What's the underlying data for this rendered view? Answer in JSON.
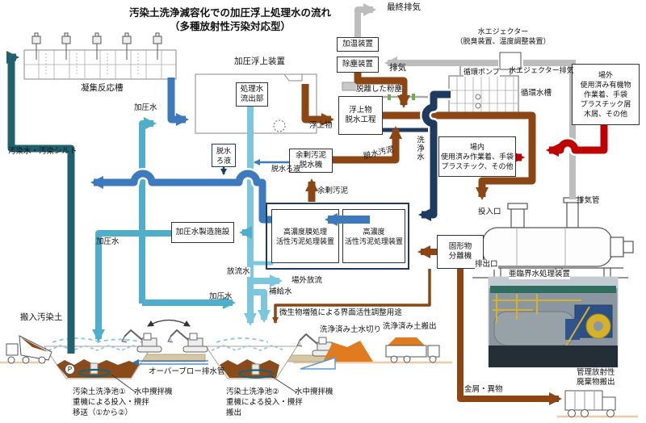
{
  "title": {
    "text": "汚染土洗浄減容化での加圧浮上処理水の流れ\n（多種放射性汚染対応型）"
  },
  "colors": {
    "contaminated_teal": "#20606F",
    "process_blue": "#3C79BD",
    "pressurized_cyan": "#4FAEC9",
    "treated_light_cyan": "#7CC7DB",
    "washing_navy": "#1F3A5F",
    "sludge_brown": "#8C4613",
    "waste_red": "#C00000",
    "exhaust_gray": "#BDBDBD",
    "soil_orange": "#E07B1F",
    "soil_brown": "#8A4A1A"
  },
  "boxes": {
    "heating": "加温装置",
    "dust_removal": "除塵装置",
    "treated_water_outlet": "処理水\n流出部",
    "flotation_dewatering": "浮上物\n脱水工程",
    "surplus_sludge_dewaterer": "余剰汚泥\n脱水機",
    "pressurized_water_plant": "加圧水製造施設",
    "membrane_activated_sludge": "高濃度膜処理\n活性汚泥処理装置",
    "high_conc_activated_sludge": "高濃度\n活性汚泥処理装置",
    "solids_separator": "固形物\n分離機",
    "onsite_waste": "場内\n使用済み作業着、手袋\nプラスチック、その他",
    "offsite_waste": "場外\n使用済み有機物\n作業着、手袋\nプラスチック屑\n木屑、その他",
    "dewatered_filtrate_tag": "脱水\nろ液"
  },
  "labels": {
    "final_exhaust": "最終排気",
    "water_ejector": "水エジェクター\n（脱臭装置、温度調整装置）",
    "exhaust": "排気",
    "circulation_pump": "循環ポンプ",
    "ejector_exhaust": "水エジェクター排気",
    "circulation_tank": "循環水槽",
    "coagulation_tank": "凝集反応槽",
    "flotation_unit": "加圧浮上装置",
    "detached_dust": "脱離した粉塵",
    "floating_matter": "浮上物",
    "washing_water": "洗浄水",
    "dewatered_sludge": "脱水汚泥",
    "dewatered_filtrate": "脱水ろ液",
    "surplus_sludge": "余剰汚泥",
    "pressurized_water_top": "加圧水",
    "pressurized_water_left": "加圧水",
    "pressurized_water_bottom": "加圧水",
    "contaminated_water_silt": "汚染水・汚染シルト",
    "discharge_water": "放流水",
    "offsite_discharge": "場外放流",
    "makeup_water": "補給水",
    "microbe_line": "微生物増殖による界面活性調整用途",
    "washed_soil_draining": "洗浄済み土水切り",
    "washed_soil_carryout": "洗浄済み土搬出",
    "carried_in_soil": "搬入汚染土",
    "overflow_pipe": "オーバーブロー排水管",
    "pond1_caption": "汚染土洗浄池①\n重機による投入・攪拌\n移送（①から②）",
    "pond2_caption": "汚染土洗浄池②\n重機による投入・攪拌\n搬出",
    "submersible_mixer_1": "水中攪拌機",
    "submersible_mixer_2": "水中攪拌機",
    "inlet_port": "投入口",
    "exhaust_pipe": "排気管",
    "outlet_port": "排出口",
    "subcritical_unit": "亜臨界水処理装置",
    "radioactive_waste_carryout": "管理放射性\n廃棄物搬出",
    "metal_scraps": "金屑・異物",
    "pump_symbol": "P"
  }
}
